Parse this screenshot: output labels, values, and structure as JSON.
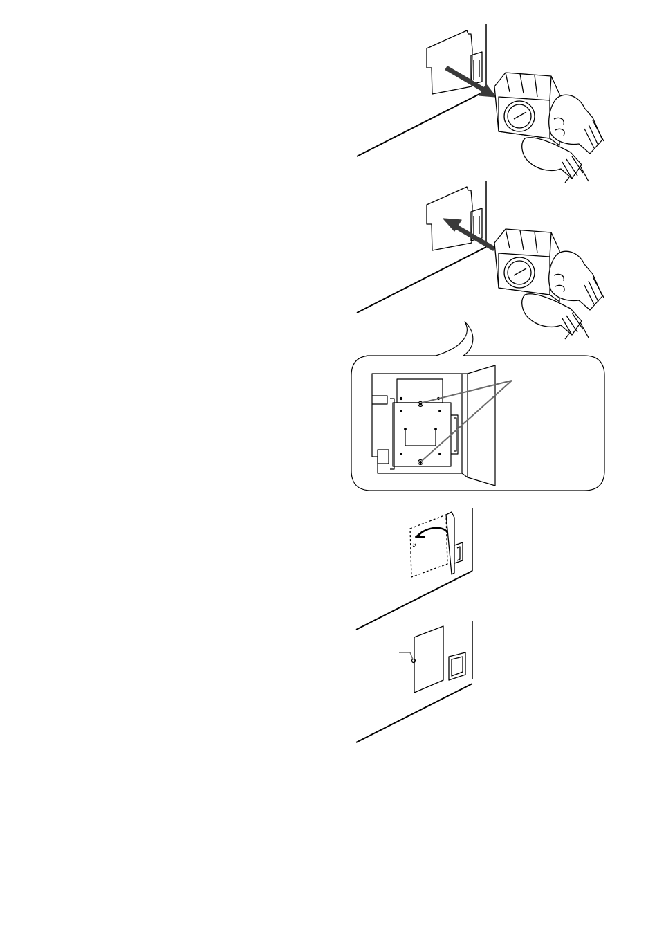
{
  "document": {
    "figures": [
      {
        "id": "remove-lamp",
        "icon": "lamp-removal-illustration"
      },
      {
        "id": "insert-lamp",
        "icon": "lamp-insertion-illustration"
      },
      {
        "id": "lamp-screws-detail",
        "icon": "lamp-housing-detail-callout"
      },
      {
        "id": "close-cover",
        "icon": "cover-closing-illustration"
      },
      {
        "id": "fasten-cover",
        "icon": "cover-fastened-illustration"
      }
    ],
    "colors": {
      "line": "#000000",
      "arrow": "#3a3a3a",
      "leader": "#6a6a6a"
    }
  }
}
